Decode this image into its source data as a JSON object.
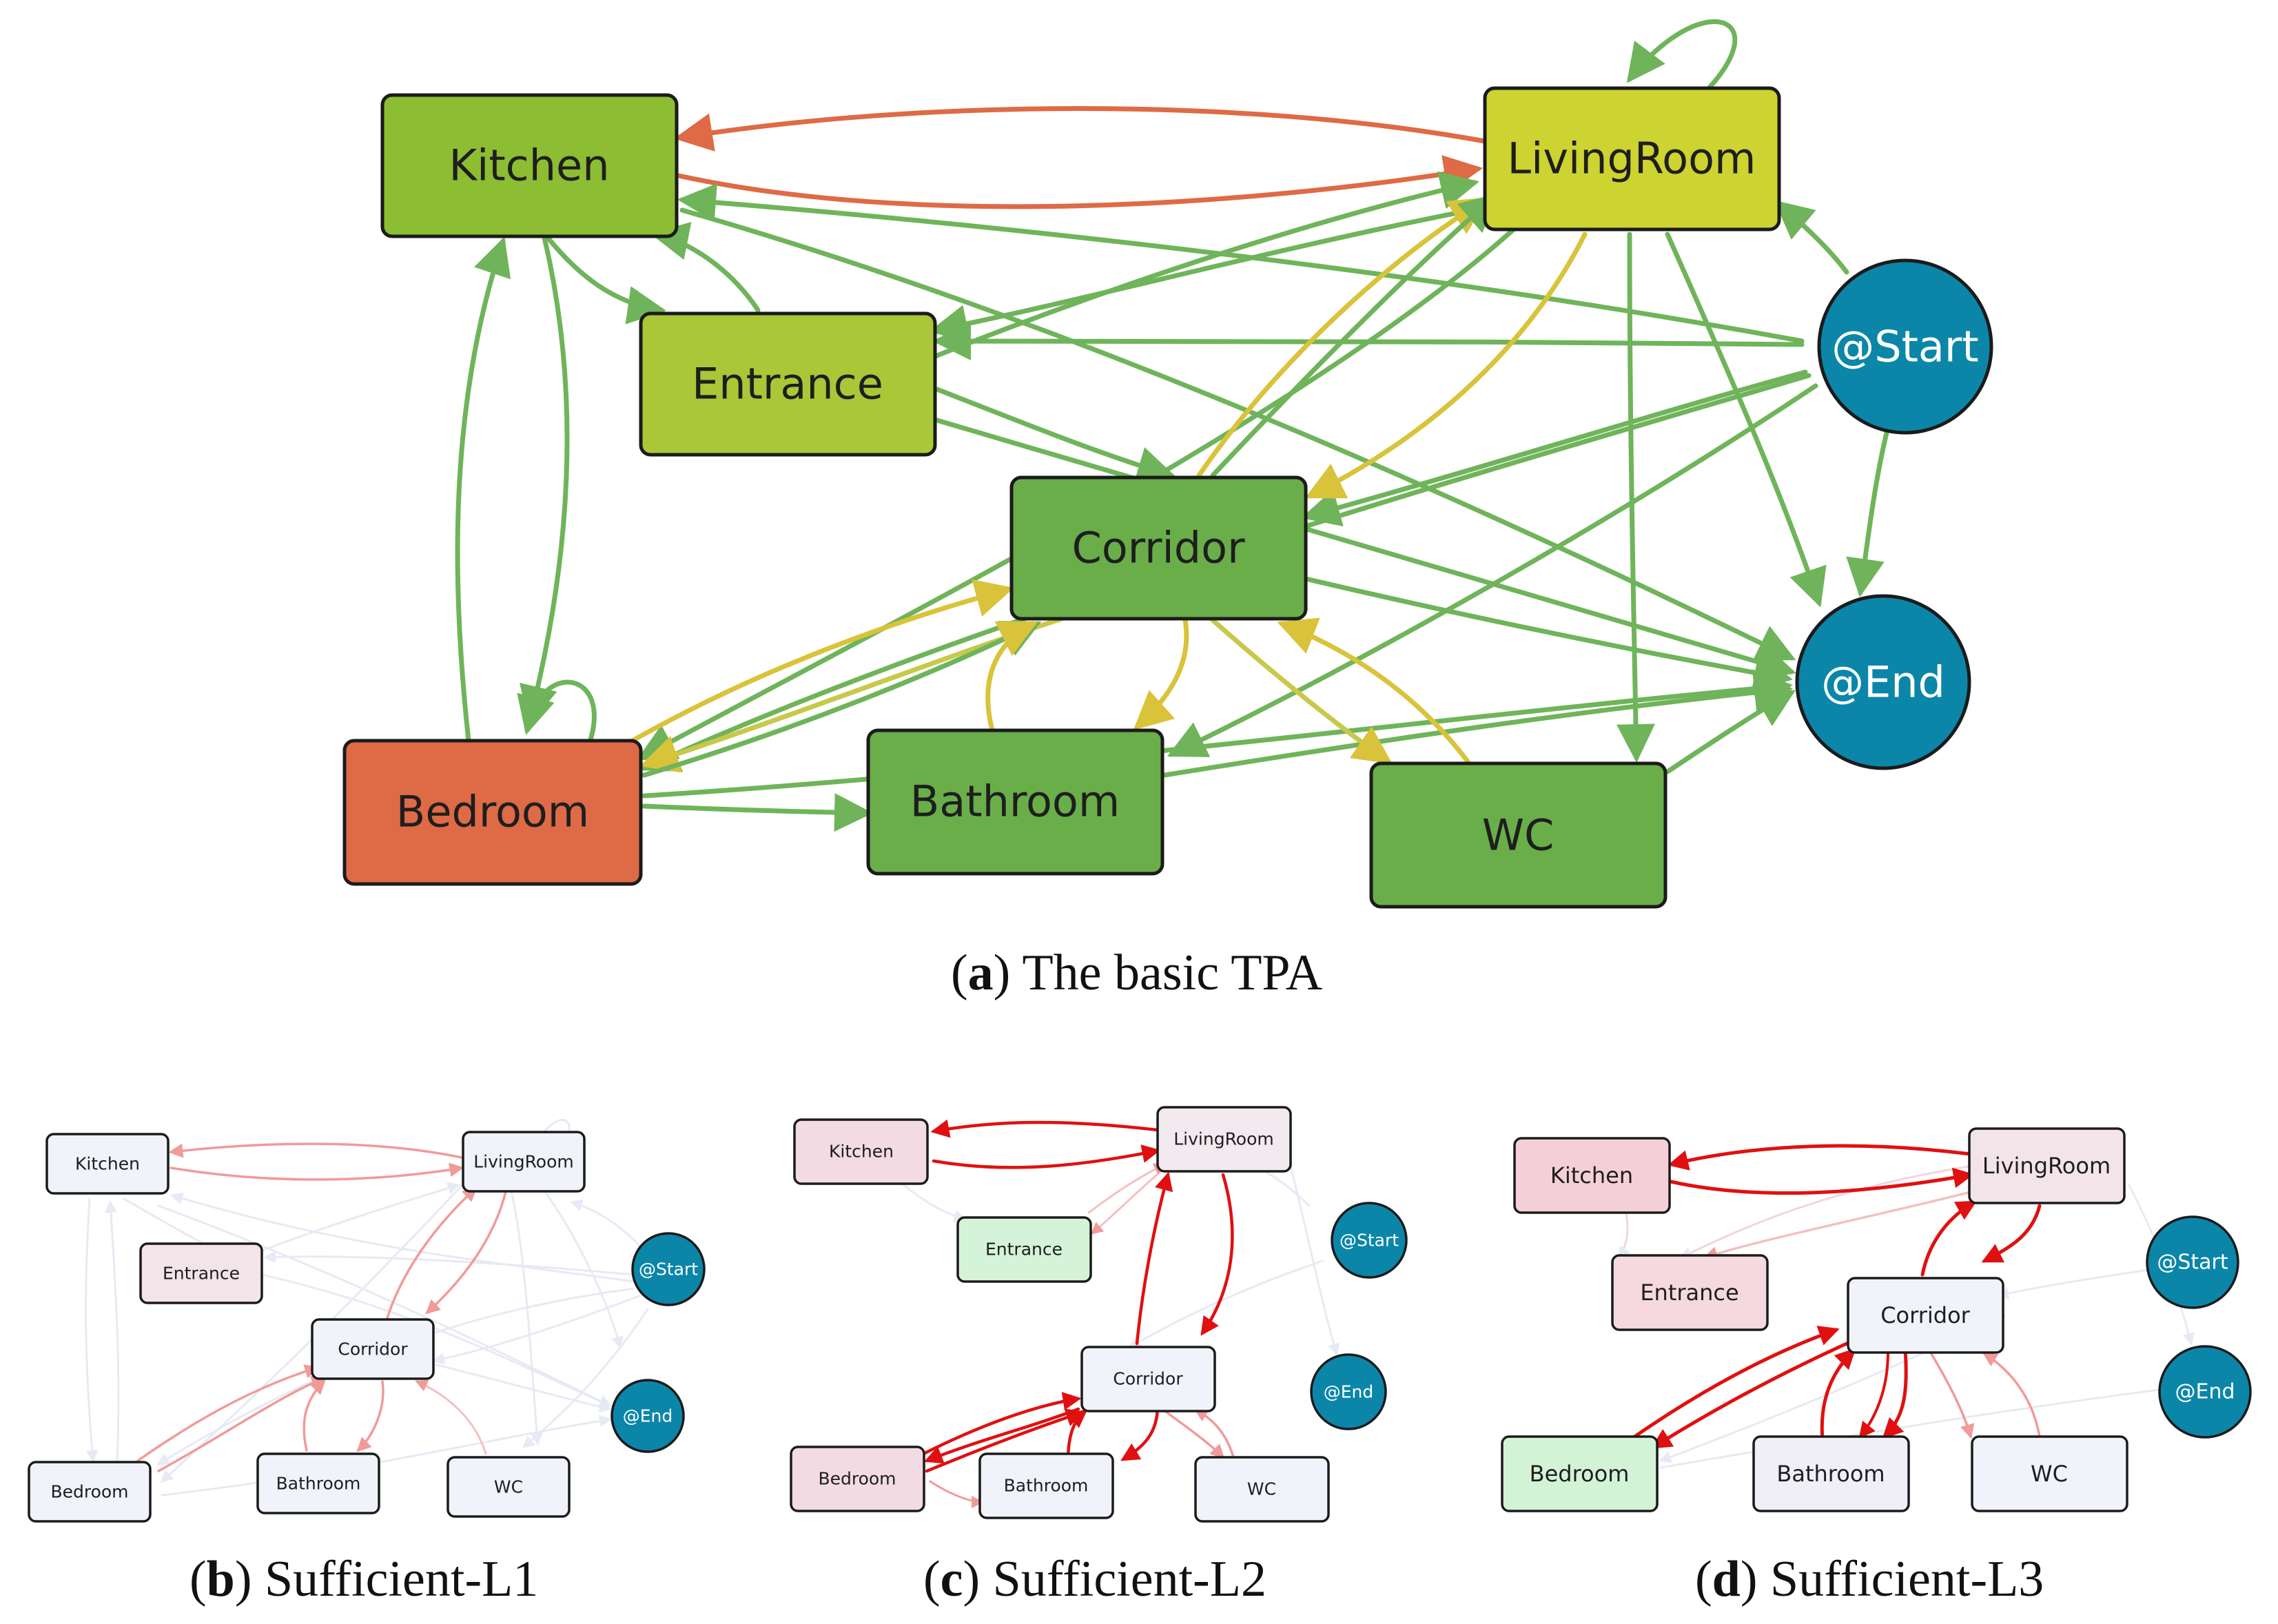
{
  "panel_a": {
    "caption_letter": "a",
    "caption_text": "The basic TPA",
    "nodes": {
      "kitchen": "Kitchen",
      "livingroom": "LivingRoom",
      "entrance": "Entrance",
      "corridor": "Corridor",
      "bedroom": "Bedroom",
      "bathroom": "Bathroom",
      "wc": "WC",
      "start": "@Start",
      "end": "@End"
    },
    "colors": {
      "kitchen": "#8cbd32",
      "livingroom": "#cdd331",
      "entrance": "#a9c737",
      "corridor": "#6aae4a",
      "bedroom": "#de6a46",
      "bathroom": "#6aae4a",
      "wc": "#6aae4a",
      "terminal": "#0b86a8",
      "edge_green": "#6fb45a",
      "edge_yellow": "#d9c33a",
      "edge_orange": "#de6a46"
    }
  },
  "panel_b": {
    "caption_letter": "b",
    "caption_text": "Sufficient-L1",
    "nodes": {
      "kitchen": "Kitchen",
      "livingroom": "LivingRoom",
      "entrance": "Entrance",
      "corridor": "Corridor",
      "bedroom": "Bedroom",
      "bathroom": "Bathroom",
      "wc": "WC",
      "start": "@Start",
      "end": "@End"
    }
  },
  "panel_c": {
    "caption_letter": "c",
    "caption_text": "Sufficient-L2",
    "nodes": {
      "kitchen": "Kitchen",
      "livingroom": "LivingRoom",
      "entrance": "Entrance",
      "corridor": "Corridor",
      "bedroom": "Bedroom",
      "bathroom": "Bathroom",
      "wc": "WC",
      "start": "@Start",
      "end": "@End"
    }
  },
  "panel_d": {
    "caption_letter": "d",
    "caption_text": "Sufficient-L3",
    "nodes": {
      "kitchen": "Kitchen",
      "livingroom": "LivingRoom",
      "entrance": "Entrance",
      "corridor": "Corridor",
      "bedroom": "Bedroom",
      "bathroom": "Bathroom",
      "wc": "WC",
      "start": "@Start",
      "end": "@End"
    }
  }
}
